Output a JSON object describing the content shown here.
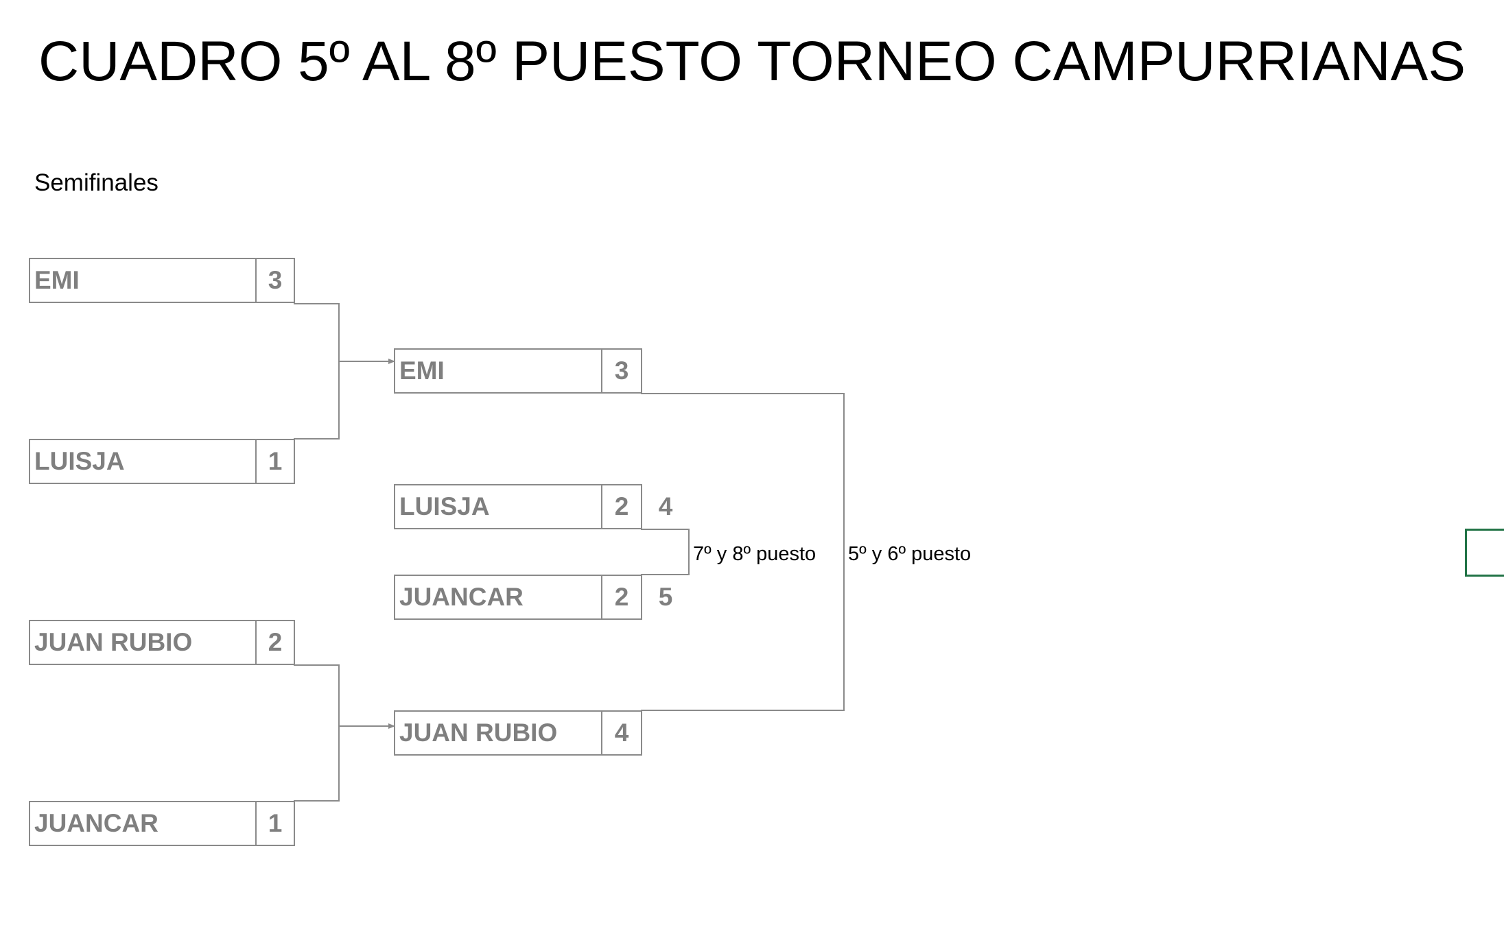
{
  "title": "CUADRO 5º AL 8º PUESTO TORNEO CAMPURRIANAS",
  "round_label": "Semifinales",
  "semifinals": [
    {
      "name": "EMI",
      "score": "3"
    },
    {
      "name": "LUISJA",
      "score": "1"
    },
    {
      "name": "JUAN RUBIO",
      "score": "2"
    },
    {
      "name": "JUANCAR",
      "score": "1"
    }
  ],
  "final_5_6": [
    {
      "name": "EMI",
      "score": "3"
    },
    {
      "name": "JUAN RUBIO",
      "score": "4"
    }
  ],
  "final_7_8": [
    {
      "name": "LUISJA",
      "score": "2",
      "extra": "4"
    },
    {
      "name": "JUANCAR",
      "score": "2",
      "extra": "5"
    }
  ],
  "labels": {
    "place_7_8": "7º y 8º puesto",
    "place_5_6": "5º y 6º puesto"
  },
  "colors": {
    "line": "#8a8a8a",
    "text_grey": "#7f7f7f",
    "selection": "#217346"
  }
}
